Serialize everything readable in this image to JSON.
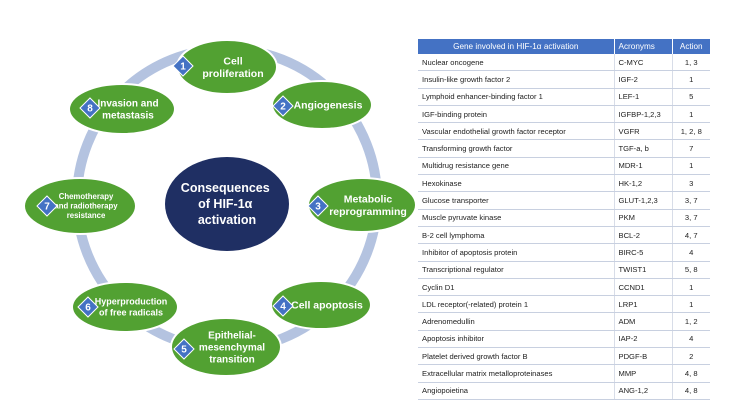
{
  "diagram": {
    "center_lines": [
      "Consequences",
      "of HIF-1α",
      "activation"
    ],
    "nodes": [
      {
        "number": "1",
        "lines": [
          "Cell",
          "proliferation"
        ]
      },
      {
        "number": "2",
        "lines": [
          "Angiogenesis"
        ]
      },
      {
        "number": "3",
        "lines": [
          "Metabolic",
          "reprogramming"
        ]
      },
      {
        "number": "4",
        "lines": [
          "Cell apoptosis"
        ]
      },
      {
        "number": "5",
        "lines": [
          "Epithelial-",
          "mesenchymal",
          "transition"
        ]
      },
      {
        "number": "6",
        "lines": [
          "Hyperproduction",
          "of free radicals"
        ]
      },
      {
        "number": "7",
        "lines": [
          "Chemotherapy",
          "and radiotherapy",
          "resistance"
        ]
      },
      {
        "number": "8",
        "lines": [
          "Invasion and",
          "metastasis"
        ]
      }
    ],
    "colors": {
      "node_fill": "#52a132",
      "node_border": "#ffffff",
      "badge_fill": "#4472c4",
      "center_fill": "#1f2f63",
      "ring": "#b4c3e0"
    }
  },
  "table": {
    "headers": [
      "Gene involved in HIF-1α activation",
      "Acronyms",
      "Action"
    ],
    "rows": [
      [
        "Nuclear oncogene",
        "C-MYC",
        "1, 3"
      ],
      [
        "Insulin-like growth factor 2",
        "IGF-2",
        "1"
      ],
      [
        "Lymphoid enhancer-binding factor 1",
        "LEF-1",
        "5"
      ],
      [
        "IGF-binding protein",
        "IGFBP-1,2,3",
        "1"
      ],
      [
        "Vascular endothelial growth factor receptor",
        "VGFR",
        "1, 2, 8"
      ],
      [
        "Transforming growth factor",
        "TGF-a, b",
        "7"
      ],
      [
        "Multidrug resistance gene",
        "MDR-1",
        "1"
      ],
      [
        "Hexokinase",
        "HK-1,2",
        "3"
      ],
      [
        "Glucose transporter",
        "GLUT-1,2,3",
        "3, 7"
      ],
      [
        "Muscle pyruvate kinase",
        "PKM",
        "3, 7"
      ],
      [
        "B-2 cell lymphoma",
        "BCL-2",
        "4, 7"
      ],
      [
        "Inhibitor of apoptosis protein",
        "BIRC-5",
        "4"
      ],
      [
        "Transcriptional regulator",
        "TWIST1",
        "5, 8"
      ],
      [
        "Cyclin D1",
        "CCND1",
        "1"
      ],
      [
        "LDL receptor(-related) protein 1",
        "LRP1",
        "1"
      ],
      [
        "Adrenomedullin",
        "ADM",
        "1, 2"
      ],
      [
        "Apoptosis inhibitor",
        "IAP-2",
        "4"
      ],
      [
        "Platelet derived growth factor B",
        "PDGF-B",
        "2"
      ],
      [
        "Extracellular matrix metalloproteinases",
        "MMP",
        "4, 8"
      ],
      [
        "Angiopoietina",
        "ANG-1,2",
        "4, 8"
      ]
    ],
    "colors": {
      "header_fill": "#4472c4",
      "row_divider": "#c8d0e0"
    }
  }
}
